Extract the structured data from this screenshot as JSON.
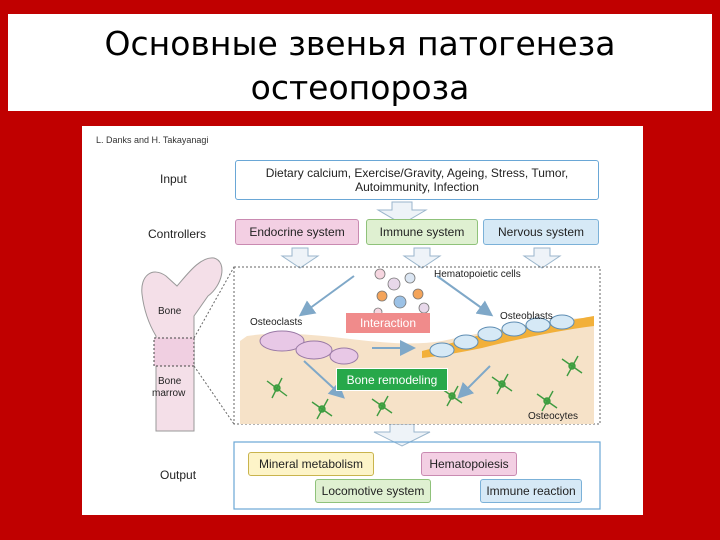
{
  "slide": {
    "title_line1": "Основные звенья патогенеза",
    "title_line2": "остеопороза"
  },
  "figure": {
    "author": "L. Danks and H. Takayanagi",
    "rows": {
      "input": "Input",
      "controllers": "Controllers",
      "output": "Output"
    },
    "input_text_line1": "Dietary calcium, Exercise/Gravity, Ageing, Stress, Tumor,",
    "input_text_line2": "Autoimmunity, Infection",
    "controllers": {
      "endocrine": "Endocrine system",
      "immune": "Immune system",
      "nervous": "Nervous system"
    },
    "bone": {
      "bone_label": "Bone",
      "marrow_label_line1": "Bone",
      "marrow_label_line2": "marrow"
    },
    "detail": {
      "hematopoietic": "Hematopoietic cells",
      "osteoclasts": "Osteoclasts",
      "osteoblasts": "Osteoblasts",
      "interaction": "Interaction",
      "remodeling": "Bone remodeling",
      "osteocytes": "Osteocytes"
    },
    "outputs": {
      "mineral": "Mineral metabolism",
      "hematopoiesis": "Hematopoiesis",
      "locomotive": "Locomotive system",
      "immune_reaction": "Immune reaction"
    }
  },
  "colors": {
    "background": "#c00000",
    "pink": "#f3cfe3",
    "green": "#dff0d1",
    "blue": "#d6e9f6",
    "yellow": "#fdf4c8",
    "interaction": "#f08b8b",
    "remodeling": "#27a84a"
  }
}
